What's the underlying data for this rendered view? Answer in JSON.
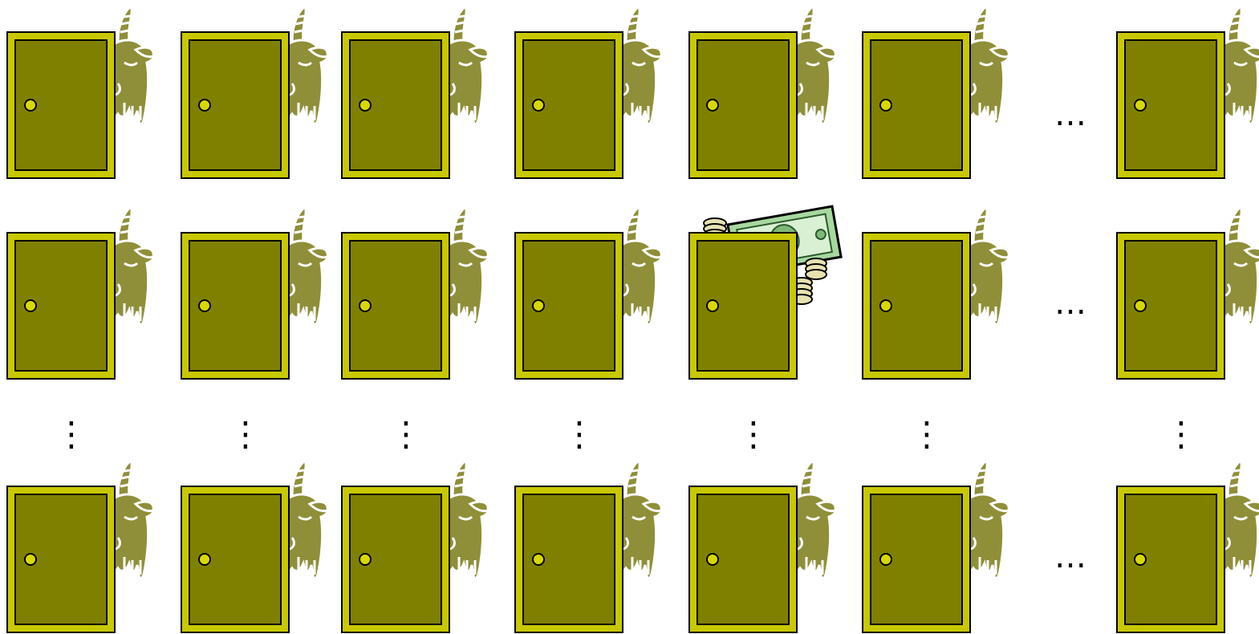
{
  "scene": {
    "columns": 7,
    "rows": 3,
    "prize_position": {
      "row": 2,
      "column": 5
    },
    "door_icon": "door-icon",
    "goat_icon": "goat-icon",
    "prize_icon": "money-icon",
    "colors": {
      "door_frame": "#C8C800",
      "door_panel": "#808000",
      "door_outline": "#000000",
      "knob": "#D8D800",
      "goat_fill": "#8F8F3A",
      "goat_line": "#FFFFFF",
      "cash_green": "#A8D8A0",
      "coin": "#E8E2B0"
    }
  },
  "ellipsis_row": "…",
  "ellipsis_col": "⋮"
}
